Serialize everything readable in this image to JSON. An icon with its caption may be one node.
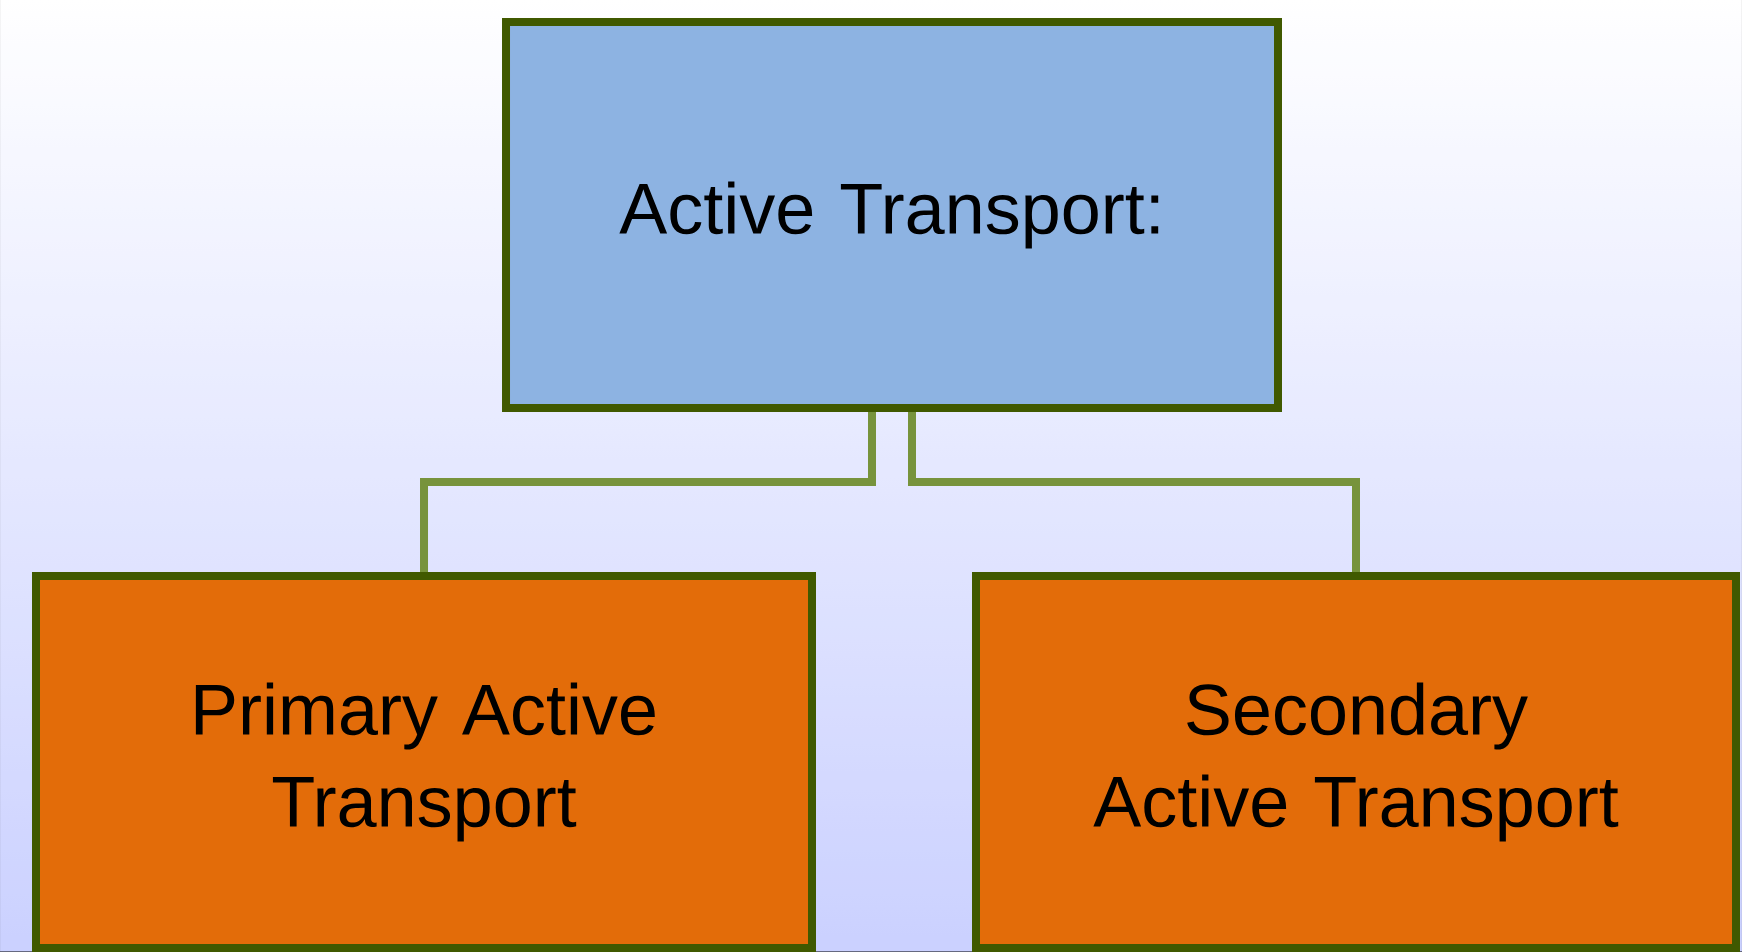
{
  "diagram": {
    "nodes": [
      {
        "text": [
          "Active Transport:"
        ]
      },
      {
        "text": [
          "Primary Active Transport"
        ]
      },
      {
        "text": [
          "Secondary Active Transport"
        ]
      }
    ],
    "edges": [
      {
        "from": 0,
        "to": 1,
        "arrow": "none"
      },
      {
        "from": 0,
        "to": 2,
        "arrow": "none"
      }
    ]
  }
}
